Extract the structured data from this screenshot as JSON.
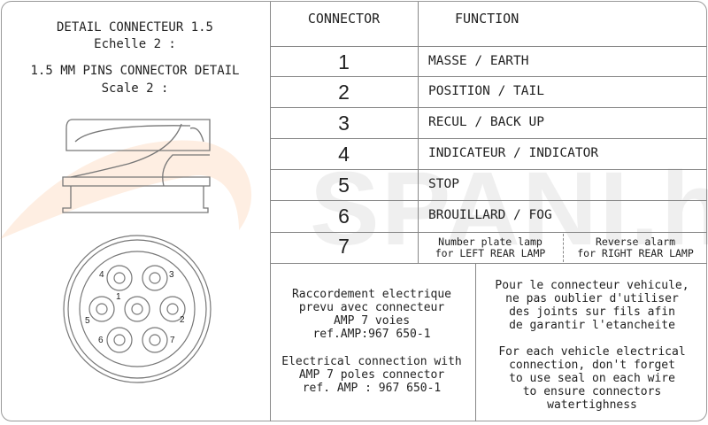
{
  "left_panel": {
    "title_fr": "DETAIL CONNECTEUR 1.5",
    "scale_fr": "Echelle 2 :",
    "title_en": "1.5 MM PINS CONNECTOR DETAIL",
    "scale_en": "Scale 2 :",
    "pin_labels": [
      "1",
      "2",
      "3",
      "4",
      "5",
      "6",
      "7"
    ]
  },
  "table": {
    "headers": {
      "connector": "CONNECTOR",
      "function": "FUNCTION"
    },
    "rows": [
      {
        "num": "1",
        "function": "MASSE / EARTH"
      },
      {
        "num": "2",
        "function": "POSITION / TAIL"
      },
      {
        "num": "3",
        "function": "RECUL / BACK UP"
      },
      {
        "num": "4",
        "function": "INDICATEUR / INDICATOR"
      },
      {
        "num": "5",
        "function": "STOP"
      },
      {
        "num": "6",
        "function": "BROUILLARD / FOG"
      }
    ],
    "row7": {
      "num": "7",
      "left_line1": "Number plate lamp",
      "left_line2": "for LEFT REAR LAMP",
      "right_line1": "Reverse alarm",
      "right_line2": "for RIGHT REAR LAMP"
    }
  },
  "notes": {
    "fr_left": "Raccordement electrique\nprevu avec connecteur\nAMP 7 voies\nref.AMP:967 650-1",
    "en_left": "Electrical connection with\nAMP 7 poles connector\nref. AMP : 967 650-1",
    "fr_right": "Pour le connecteur vehicule,\nne pas oublier d'utiliser\ndes joints sur fils afin\nde garantir l'etancheite",
    "en_right": "For each vehicle electrical\nconnection, don't forget\nto use seal on each wire\nto ensure connectors\nwatertighness"
  },
  "watermark": "SPANI.hu",
  "colors": {
    "line": "#888888",
    "watermark_orange": "#f7a35c"
  }
}
